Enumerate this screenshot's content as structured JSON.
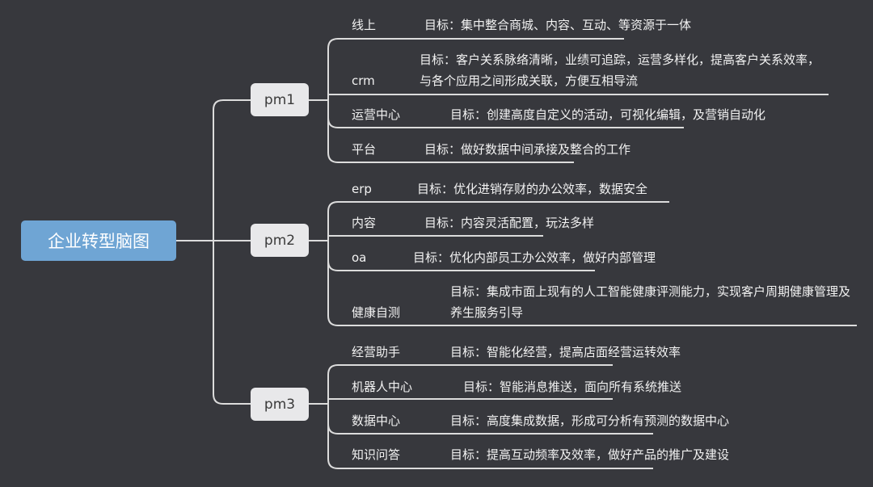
{
  "root": {
    "title": "企业转型脑图",
    "color": "#6fa5d4"
  },
  "branches": [
    {
      "name": "pm1",
      "children": [
        {
          "label": "线上",
          "goal": "目标：集中整合商城、内容、互动、等资源于一体"
        },
        {
          "label": "crm",
          "goal": "目标：客户关系脉络清晰，业绩可追踪，运营多样化，提高客户关系效率，与各个应用之间形成关联，方便互相导流"
        },
        {
          "label": "运营中心",
          "goal": "目标：创建高度自定义的活动，可视化编辑，及营销自动化"
        },
        {
          "label": "平台",
          "goal": "目标：做好数据中间承接及整合的工作"
        }
      ]
    },
    {
      "name": "pm2",
      "children": [
        {
          "label": "erp",
          "goal": "目标：优化进销存财的办公效率，数据安全"
        },
        {
          "label": "内容",
          "goal": "目标：内容灵活配置，玩法多样"
        },
        {
          "label": "oa",
          "goal": "目标：优化内部员工办公效率，做好内部管理"
        },
        {
          "label": "健康自测",
          "goal": "目标：集成市面上现有的人工智能健康评测能力，实现客户周期健康管理及养生服务引导"
        }
      ]
    },
    {
      "name": "pm3",
      "children": [
        {
          "label": "经营助手",
          "goal": "目标：智能化经营，提高店面经营运转效率"
        },
        {
          "label": "机器人中心",
          "goal": "目标：智能消息推送，面向所有系统推送"
        },
        {
          "label": "数据中心",
          "goal": "目标：高度集成数据，形成可分析有预测的数据中心"
        },
        {
          "label": "知识问答",
          "goal": "目标：提高互动频率及效率，做好产品的推广及建设"
        }
      ]
    }
  ]
}
